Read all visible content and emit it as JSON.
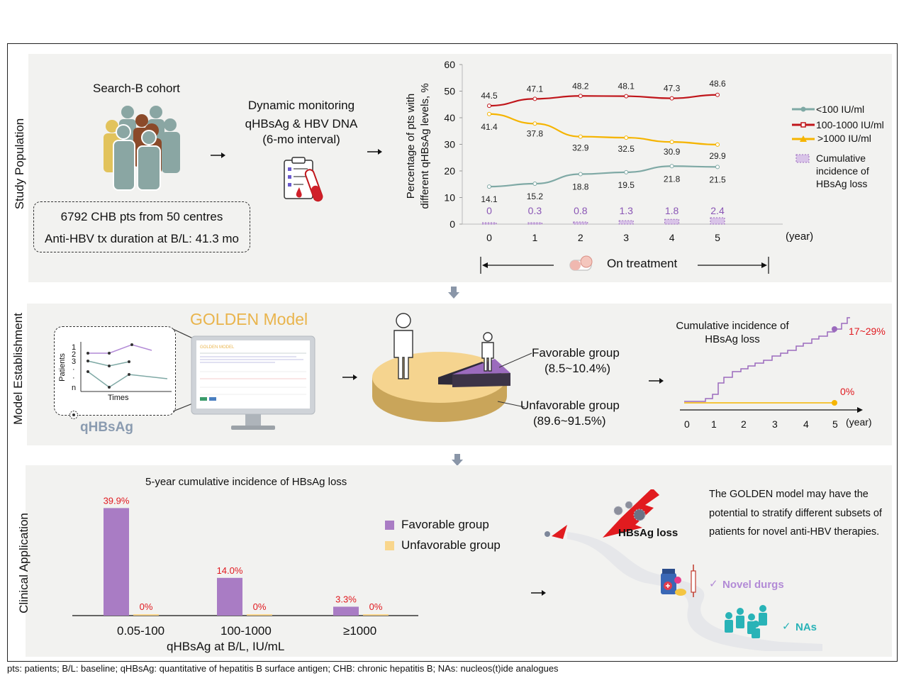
{
  "sections": {
    "study_population": "Study Population",
    "model_establishment": "Model Establishment",
    "clinical_application": "Clinical Application"
  },
  "p1": {
    "cohort_title": "Search-B cohort",
    "box_line1": "6792 CHB pts from 50 centres",
    "box_line2": "Anti-HBV tx duration at B/L: 41.3 mo",
    "monitor_line1": "Dynamic monitoring",
    "monitor_line2": "qHBsAg & HBV DNA",
    "monitor_line3": "(6-mo interval)",
    "on_treatment": "On treatment",
    "year_unit": "(year)",
    "cum_legend_line1": "Cumulative",
    "cum_legend_line2": "incidence of",
    "cum_legend_line3": "HBsAg loss"
  },
  "chart_data": [
    {
      "type": "line",
      "ylabel_line1": "Percentage of pts with",
      "ylabel_line2": "different qHBsAg levels, %",
      "x": [
        0,
        1,
        2,
        3,
        4,
        5
      ],
      "x_unit": "(year)",
      "ylim": [
        0,
        60
      ],
      "yticks": [
        0,
        10,
        20,
        30,
        40,
        50,
        60
      ],
      "series": [
        {
          "name": "<100 IU/ml",
          "color": "#7fa9a5",
          "values": [
            14.1,
            15.2,
            18.8,
            19.5,
            21.8,
            21.5
          ]
        },
        {
          "name": "100-1000 IU/ml",
          "color": "#c0161b",
          "values": [
            44.5,
            47.1,
            48.2,
            48.1,
            47.3,
            48.6
          ]
        },
        {
          "name": ">1000 IU/ml",
          "color": "#f5b400",
          "values": [
            41.4,
            37.8,
            32.9,
            32.5,
            30.9,
            29.9
          ]
        }
      ],
      "bars": {
        "name": "Cumulative incidence of HBsAg loss",
        "color": "#9b6bbd",
        "values": [
          0,
          0.3,
          0.8,
          1.3,
          1.8,
          2.4
        ]
      },
      "legend": "right"
    },
    {
      "type": "bar",
      "title": "5-year cumulative incidence of HBsAg loss",
      "categories": [
        "0.05-100",
        "100-1000",
        "≥1000"
      ],
      "xlabel": "qHBsAg at B/L, IU/mL",
      "series": [
        {
          "name": "Favorable group",
          "color": "#a97cc4",
          "values": [
            39.9,
            14.0,
            3.3
          ],
          "labels": [
            "39.9%",
            "14.0%",
            "3.3%"
          ]
        },
        {
          "name": "Unfavorable group",
          "color": "#f9d68c",
          "values": [
            0,
            0,
            0
          ],
          "labels": [
            "0%",
            "0%",
            "0%"
          ]
        }
      ],
      "legend": "right"
    }
  ],
  "p2": {
    "model_title": "GOLDEN Model",
    "patients_label": "Patients",
    "times_label": "Times",
    "patient_ticks": [
      "1",
      "2",
      "3",
      "·",
      "·",
      "n"
    ],
    "qhbsag_label": "qHBsAg",
    "favorable_line1": "Favorable group",
    "favorable_line2": "(8.5~10.4%)",
    "unfavorable_line1": "Unfavorable group",
    "unfavorable_line2": "(89.6~91.5%)",
    "cum_title_line1": "Cumulative incidence of",
    "cum_title_line2": "HBsAg loss",
    "cum_high": "17~29%",
    "cum_zero": "0%",
    "cum_ticks": [
      "0",
      "1",
      "2",
      "3",
      "4",
      "5"
    ],
    "year_unit": "(year)",
    "favorable_fraction_pct": 9.5
  },
  "p3": {
    "right_text_line1": "The GOLDEN model may have the",
    "right_text_line2": "potential to stratify different subsets of",
    "right_text_line3": "patients for novel anti-HBV therapies.",
    "hbsag_loss": "HBsAg loss",
    "novel_drugs": "Novel durgs",
    "nas": "NAs",
    "check": "✓"
  },
  "footnote": "pts: patients; B/L: baseline; qHBsAg: quantitative of hepatitis B surface antigen; CHB: chronic hepatitis B; NAs: nucleos(t)ide analogues",
  "colors": {
    "panel_bg": "#f2f2f0",
    "red": "#c0161b",
    "yellow": "#f5b400",
    "teal": "#7fa9a5",
    "purple": "#9b6bbd",
    "bar_purple": "#a97cc4",
    "bar_yellow": "#f9d68c",
    "golden": "#e9b44c"
  }
}
